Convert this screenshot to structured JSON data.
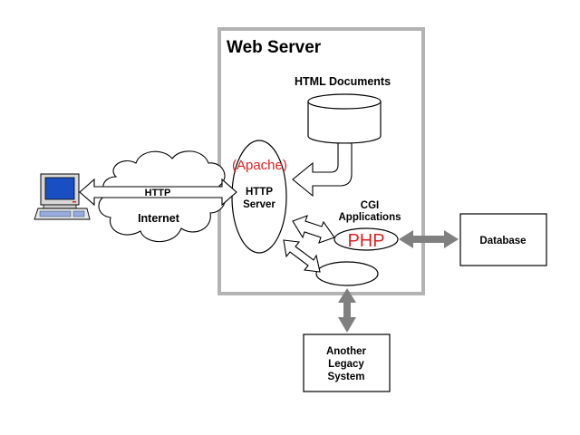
{
  "diagram": {
    "web_server_title": "Web Server",
    "html_documents_label": "HTML Documents",
    "apache_label": "(Apache)",
    "http_server_line1": "HTTP",
    "http_server_line2": "Server",
    "cgi_line1": "CGI",
    "cgi_line2": "Applications",
    "php_label": "PHP",
    "database_label": "Database",
    "legacy_line1": "Another",
    "legacy_line2": "Legacy",
    "legacy_line3": "System",
    "http_arrow_label": "HTTP",
    "internet_label": "Internet"
  },
  "colors": {
    "frame": "#b3b3b3",
    "grey_arrow": "#808080",
    "monitor_screen": "#1a4fc4",
    "accent_red": "#dd2222"
  },
  "icons": {
    "client": "computer-icon",
    "cloud": "cloud-icon",
    "storage": "database-cylinder-icon"
  }
}
